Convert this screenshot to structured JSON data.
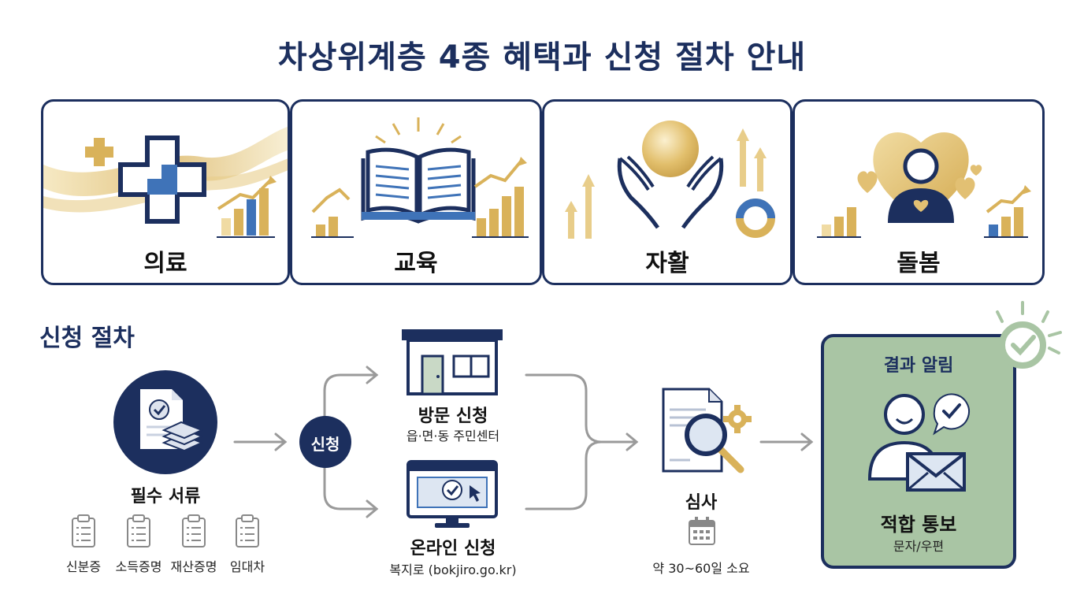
{
  "title": "차상위계층 4종 혜택과 신청 절차 안내",
  "benefits": [
    {
      "label": "의료",
      "icon": "medical-cross-icon"
    },
    {
      "label": "교육",
      "icon": "open-book-icon"
    },
    {
      "label": "자활",
      "icon": "hands-sun-icon"
    },
    {
      "label": "돌봄",
      "icon": "heart-person-icon"
    }
  ],
  "process": {
    "section_title": "신청 절차",
    "documents": {
      "title": "필수 서류",
      "items": [
        "신분증",
        "소득증명",
        "재산증명",
        "임대차"
      ]
    },
    "apply_label": "신청",
    "visit": {
      "title": "방문 신청",
      "subtitle": "읍·면·동 주민센터"
    },
    "online": {
      "title": "온라인 신청",
      "subtitle": "복지로 (bokjiro.go.kr)"
    },
    "review": {
      "title": "심사",
      "duration": "약 30~60일 소요"
    },
    "result": {
      "header": "결과 알림",
      "title": "적합 통보",
      "subtitle": "문자/우편"
    }
  },
  "colors": {
    "navy": "#1c2f5e",
    "gold": "#d9b25a",
    "blue": "#3f73b8",
    "result_bg": "#a9c5a4",
    "arrow_gray": "#9a9a9a"
  }
}
